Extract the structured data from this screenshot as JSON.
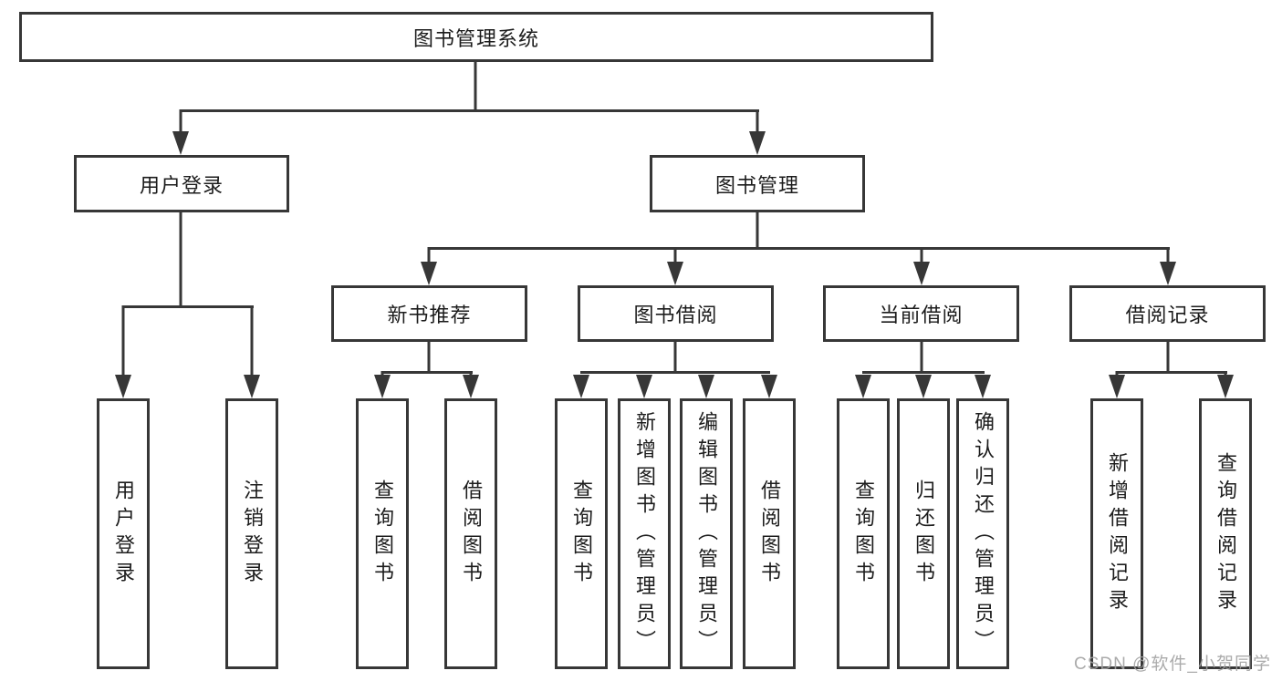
{
  "tree": {
    "root": "图书管理系统",
    "branches": {
      "user_login": "用户登录",
      "book_mgmt": "图书管理"
    },
    "sections": {
      "new_books": "新书推荐",
      "borrowing": "图书借阅",
      "current": "当前借阅",
      "records": "借阅记录"
    },
    "leaves": {
      "login": "用户登录",
      "logout": "注销登录",
      "nb_query": "查询图书",
      "nb_borrow": "借阅图书",
      "bw_query": "查询图书",
      "bw_add": "新增图书（管理员）",
      "bw_edit": "编辑图书（管理员）",
      "bw_borrow": "借阅图书",
      "cb_query": "查询图书",
      "cb_return": "归还图书",
      "cb_confirm": "确认归还（管理员）",
      "rec_add": "新增借阅记录",
      "rec_query": "查询借阅记录"
    }
  },
  "watermark": "CSDN @软件_小贺同学",
  "colors": {
    "line": "#373737",
    "text": "#1c1c1c",
    "watermark": "#a6a6a6",
    "background": "#ffffff"
  }
}
